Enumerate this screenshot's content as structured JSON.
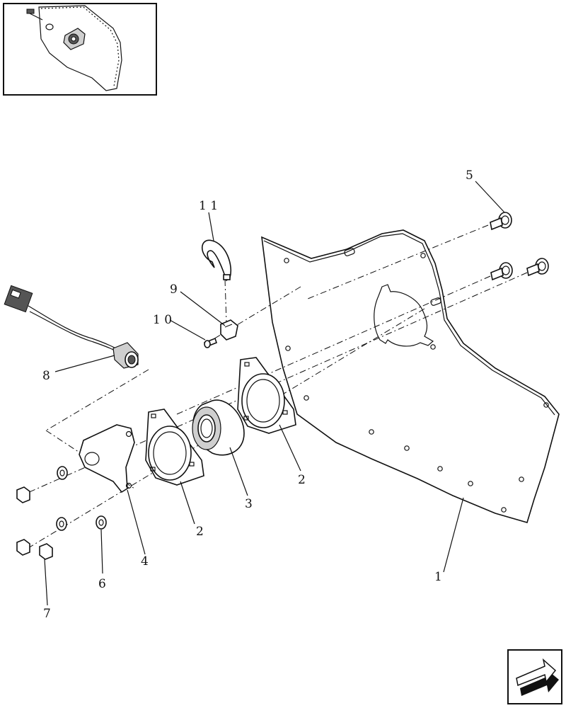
{
  "callouts": {
    "c1": "1",
    "c2a": "2",
    "c2b": "2",
    "c3": "3",
    "c4": "4",
    "c5": "5",
    "c6": "6",
    "c7": "7",
    "c8": "8",
    "c9": "9",
    "c10": "1 0",
    "c11": "1 1"
  },
  "icons": {
    "nav_arrow": "arrow-icon",
    "thumbnail": "thumbnail-locator-icon"
  }
}
